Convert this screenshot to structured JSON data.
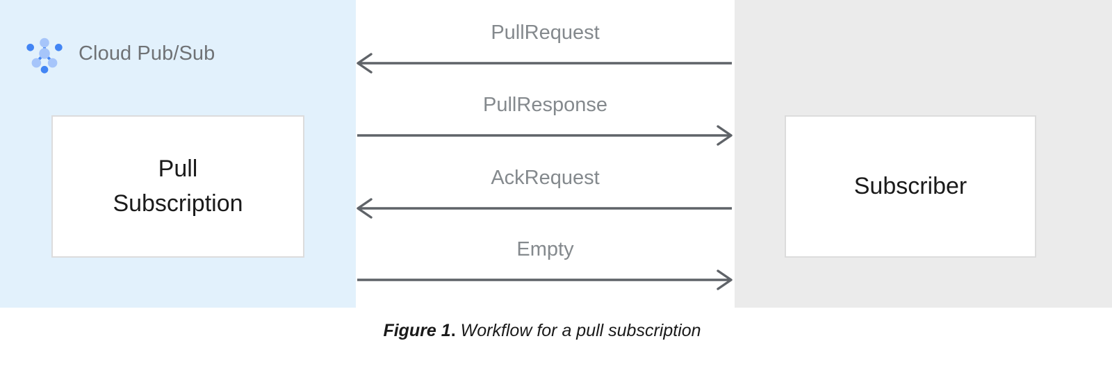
{
  "figure": {
    "caption_number": "Figure 1",
    "caption_separator": ".",
    "caption_text": "Workflow for a pull subscription"
  },
  "pubsub_panel": {
    "background_color": "#e2f1fc",
    "logo_icon": "cloud-pubsub-logo-icon",
    "brand_label": "Cloud Pub/Sub",
    "node": {
      "label": "Pull\nSubscription"
    }
  },
  "subscriber_panel": {
    "background_color": "#ebebeb",
    "node": {
      "label": "Subscriber"
    }
  },
  "diagram_data": {
    "type": "sequence",
    "participants": [
      "Pull Subscription",
      "Subscriber"
    ],
    "messages": [
      {
        "label": "PullRequest",
        "from": "Subscriber",
        "to": "Pull Subscription",
        "direction": "left"
      },
      {
        "label": "PullResponse",
        "from": "Pull Subscription",
        "to": "Subscriber",
        "direction": "right"
      },
      {
        "label": "AckRequest",
        "from": "Subscriber",
        "to": "Pull Subscription",
        "direction": "left"
      },
      {
        "label": "Empty",
        "from": "Pull Subscription",
        "to": "Subscriber",
        "direction": "right"
      }
    ],
    "arrow_color": "#5f6368",
    "label_color": "#84898d"
  }
}
